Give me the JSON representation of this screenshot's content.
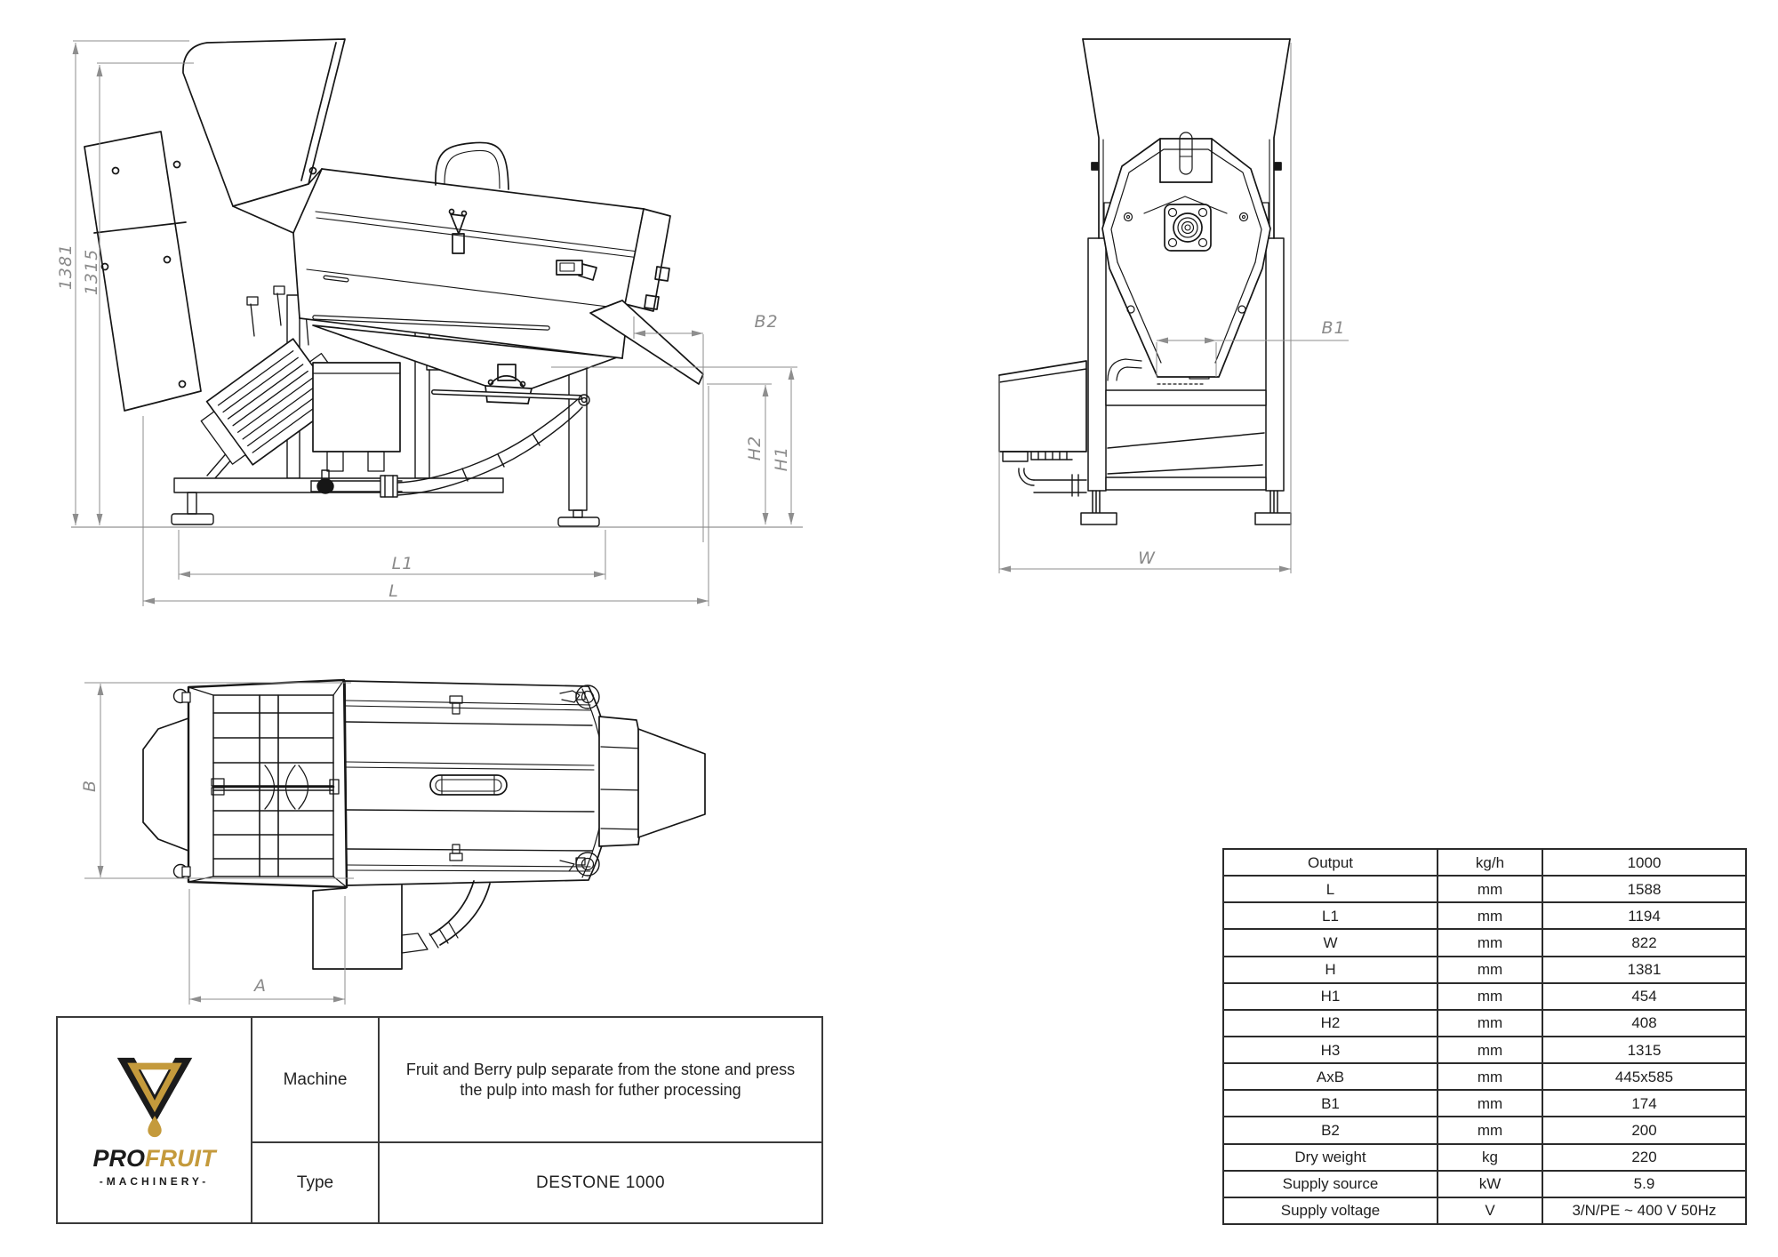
{
  "views": {
    "side": {
      "dim_labels": {
        "h_total": "1381",
        "h_hopper": "1315",
        "b2": "B2",
        "h2": "H2",
        "h1": "H1",
        "l1": "L1",
        "l": "L"
      }
    },
    "front": {
      "dim_labels": {
        "b1": "B1",
        "w": "W"
      }
    },
    "top": {
      "dim_labels": {
        "b": "B",
        "a": "A"
      }
    }
  },
  "spec_table": {
    "rows": [
      {
        "param": "Output",
        "unit": "kg/h",
        "value": "1000"
      },
      {
        "param": "L",
        "unit": "mm",
        "value": "1588"
      },
      {
        "param": "L1",
        "unit": "mm",
        "value": "1194"
      },
      {
        "param": "W",
        "unit": "mm",
        "value": "822"
      },
      {
        "param": "H",
        "unit": "mm",
        "value": "1381"
      },
      {
        "param": "H1",
        "unit": "mm",
        "value": "454"
      },
      {
        "param": "H2",
        "unit": "mm",
        "value": "408"
      },
      {
        "param": "H3",
        "unit": "mm",
        "value": "1315"
      },
      {
        "param": "AxB",
        "unit": "mm",
        "value": "445x585"
      },
      {
        "param": "B1",
        "unit": "mm",
        "value": "174"
      },
      {
        "param": "B2",
        "unit": "mm",
        "value": "200"
      },
      {
        "param": "Dry weight",
        "unit": "kg",
        "value": "220"
      },
      {
        "param": "Supply source",
        "unit": "kW",
        "value": "5.9"
      },
      {
        "param": "Supply voltage",
        "unit": "V",
        "value": "3/N/PE ~ 400 V 50Hz"
      }
    ]
  },
  "title_block": {
    "machine_label": "Machine",
    "machine_description": "Fruit and Berry pulp separate from the stone and press the pulp into mash for futher processing",
    "type_label": "Type",
    "type_value": "DESTONE 1000",
    "logo": {
      "brand_pro": "PRO",
      "brand_fruit": "FRUIT",
      "brand_sub": "-MACHINERY-"
    }
  },
  "colors": {
    "line": "#161616",
    "dim": "#8e8e8e",
    "accent_gold": "#c49a3c"
  }
}
